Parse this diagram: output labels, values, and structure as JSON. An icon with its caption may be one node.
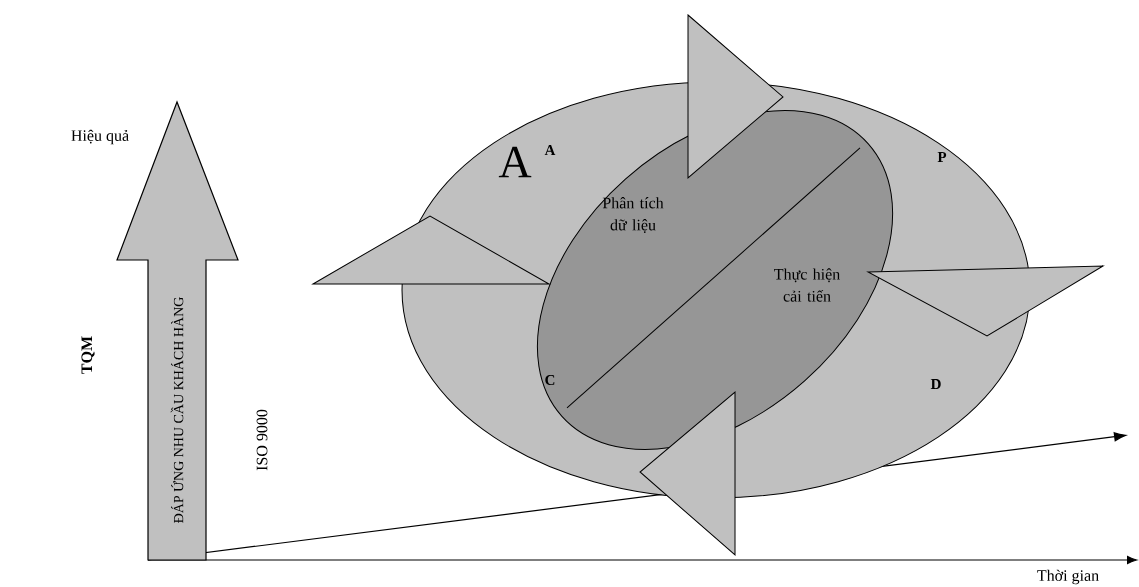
{
  "diagram": {
    "nodes": [
      {
        "text": [],
        "shape": "ellipse"
      },
      {
        "text": [
          "Phân tích dữ liệu",
          "Thực hiện cải tiến"
        ],
        "in": 0
      },
      {
        "text": [
          "ĐÁP ỨNG NHU CẦU KHÁCH HÀNG"
        ]
      }
    ],
    "labels": [
      "Hiệu quả",
      "A",
      "A",
      "P",
      "TQM",
      "C",
      "D",
      "ISO 9000",
      "Thời gian"
    ]
  }
}
